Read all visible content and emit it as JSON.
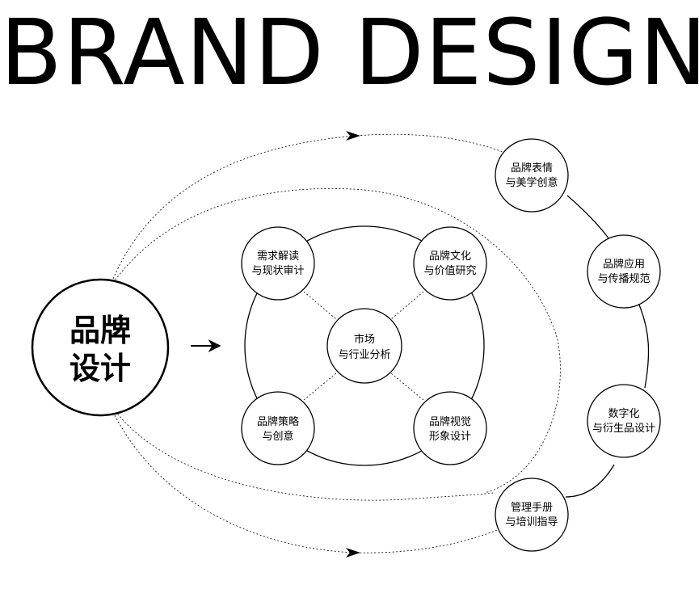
{
  "header": {
    "title": "BRAND DESIGN"
  },
  "core": {
    "line1": "品牌",
    "line2": "设计"
  },
  "inner_ring": {
    "center": {
      "line1": "市场",
      "line2": "与行业分析"
    },
    "nodes": [
      {
        "line1": "需求解读",
        "line2": "与现状审计"
      },
      {
        "line1": "品牌文化",
        "line2": "与价值研究"
      },
      {
        "line1": "品牌策略",
        "line2": "与创意"
      },
      {
        "line1": "品牌视觉",
        "line2": "形象设计"
      }
    ]
  },
  "outer_arc": {
    "nodes": [
      {
        "line1": "品牌表情",
        "line2": "与美学创意"
      },
      {
        "line1": "品牌应用",
        "line2": "与传播规范"
      },
      {
        "line1": "数字化",
        "line2": "与衍生品设计"
      },
      {
        "line1": "管理手册",
        "line2": "与培训指导"
      }
    ]
  }
}
